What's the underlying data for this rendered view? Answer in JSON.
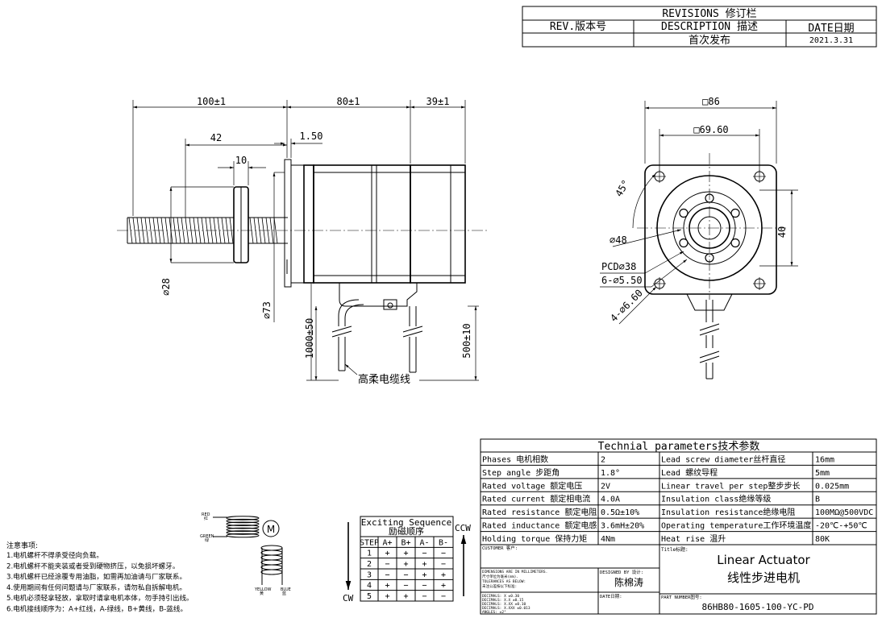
{
  "revisions": {
    "title": "REVISIONS 修订栏",
    "col_rev": "REV.版本号",
    "col_desc": "DESCRIPTION 描述",
    "col_date": "DATE日期",
    "row_desc": "首次发布",
    "row_date": "2021.3.31"
  },
  "side_view": {
    "dim_screw_len": "100±1",
    "dim_body_len": "80±1",
    "dim_rear_len": "39±1",
    "dim_nut_pos": "42",
    "dim_nut_w": "10",
    "dim_flange": "1.50",
    "dim_nut_dia": "⌀28",
    "dim_pilot_dia": "⌀73",
    "dim_cable1": "1000±50",
    "dim_cable2": "500±10",
    "cable_label": "高柔电缆线"
  },
  "front_view": {
    "dim_square": "□86",
    "dim_hole_spacing": "□69.60",
    "dim_angle": "45°",
    "dim_boss": "⌀48",
    "dim_height": "40",
    "dim_pcd": "PCD⌀38",
    "dim_small_holes": "6-⌀5.50",
    "dim_mount_holes": "4-⌀6.60"
  },
  "params": {
    "title": "Technial parameters技术参数",
    "rows": [
      {
        "l1": "Phases 电机相数",
        "v1": "2",
        "l2": "Lead screw diameter丝杆直径",
        "v2": "16mm"
      },
      {
        "l1": "Step angle 步距角",
        "v1": "1.8°",
        "l2": "Lead 螺纹导程",
        "v2": "5mm"
      },
      {
        "l1": "Rated voltage 额定电压",
        "v1": "2V",
        "l2": "Linear travel per step整步步长",
        "v2": "0.025mm"
      },
      {
        "l1": "Rated current 额定相电流",
        "v1": "4.0A",
        "l2": "Insulation class绝缘等级",
        "v2": "B"
      },
      {
        "l1": "Rated resistance 额定电阻",
        "v1": "0.5Ω±10%",
        "l2": "Insulation resistance绝缘电阻",
        "v2": "100MΩ@500VDC"
      },
      {
        "l1": "Rated inductance 额定电感",
        "v1": "3.6mH±20%",
        "l2": "Operating temperature工作环境温度",
        "v2": "-20℃-+50℃"
      },
      {
        "l1": "Holding torque 保持力矩",
        "v1": "4Nm",
        "l2": "Heat rise 温升",
        "v2": "80K"
      }
    ]
  },
  "title_block": {
    "customer": "CUSTOMER 客户:",
    "title_label": "Title标题:",
    "title_en": "Linear Actuator",
    "title_cn": "线性步进电机",
    "dims_note": "DIMENSIONS ARE IN MILLIMETERS.",
    "dims_note_cn": "尺寸单位为毫米(mm).",
    "tol_note": "TOLERANCES AS BELOW:",
    "tol_note_cn": "未注公差按以下标准:",
    "dec1": "DECIMALS: X     ±0.30",
    "dec2": "DECIMALS: X.X   ±0.15",
    "dec3": "DECIMALS: X.XX  ±0.10",
    "dec4": "DECIMALS: X.XXX ±0.013",
    "angles": "ANGLES: ±2°",
    "designed_label": "DESIGNED BY 设计:",
    "designer": "陈棉涛",
    "date_label": "DATE日期:",
    "part_label": "PART NUMBER图号:",
    "part_no": "86HB80-1605-100-YC-PD"
  },
  "wiring": {
    "red": "RED",
    "red_cn": "红",
    "green": "GREEN",
    "green_cn": "绿",
    "yellow": "YELLOW",
    "yellow_cn": "黄",
    "blue": "BLUE",
    "blue_cn": "蓝",
    "motor": "M"
  },
  "sequence": {
    "title": "Exciting Sequence",
    "title_cn": "励磁顺序",
    "headers": [
      "STEP",
      "A+",
      "B+",
      "A-",
      "B-"
    ],
    "rows": [
      [
        "1",
        "+",
        "+",
        "−",
        "−"
      ],
      [
        "2",
        "−",
        "+",
        "+",
        "−"
      ],
      [
        "3",
        "−",
        "−",
        "+",
        "+"
      ],
      [
        "4",
        "+",
        "−",
        "−",
        "+"
      ],
      [
        "5",
        "+",
        "+",
        "−",
        "−"
      ]
    ],
    "ccw": "CCW",
    "cw": "CW"
  },
  "notes": {
    "title": "注意事项:",
    "items": [
      "1.电机螺杆不得承受径向负载。",
      "2.电机螺杆不能夹装或者受到硬物挤压，以免损坏螺牙。",
      "3.电机螺杆已经涂覆专用油脂，如需再加油请与厂家联系。",
      "4.使用期间有任何问题请与厂家联系，请勿私自拆解电机。",
      "5.电机必须轻拿轻放，拿取时请拿电机本体，勿手持引出线。",
      "6.电机接线顺序为：A+红线，A-绿线，B+黄线，B-蓝线。"
    ]
  }
}
